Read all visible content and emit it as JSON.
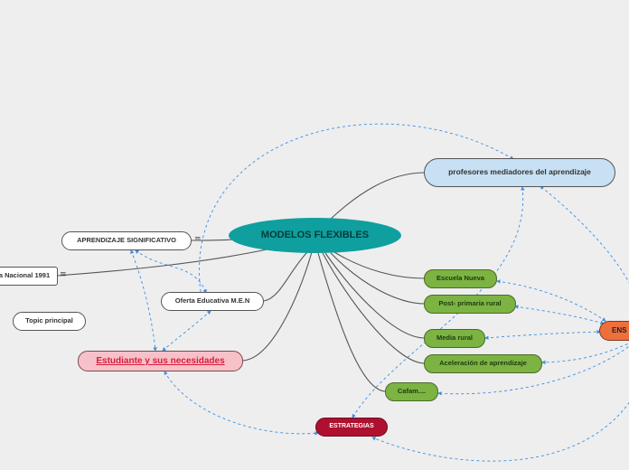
{
  "map": {
    "central": "MODELOS FLEXIBLES",
    "profesores": "profesores mediadores del aprendizaje",
    "aprendizaje": "APRENDIZAJE SIGNIFICATIVO",
    "constitucion": "a Nacional 1991",
    "oferta": "Oferta Educativa M.E.N",
    "topic": "Topic principal",
    "estudiante": "Estudiante y sus necesidades",
    "escuela": "Escuela Nueva",
    "postprimaria": "Post- primaria rural",
    "media": "Media rural",
    "aceleracion": "Aceleración de aprendizaje",
    "cafam": "Cafam....",
    "estrategias": "ESTRATEGIAS",
    "ens": "ENS",
    "menu_glyph": "≡"
  },
  "colors": {
    "background": "#eeeeee",
    "central": "#0f9f9f",
    "blue_topic": "#c7e0f3",
    "green_topic": "#7cb342",
    "pink_topic": "#f7c1c9",
    "red_topic": "#b01030",
    "orange_topic": "#ef6f3c",
    "relationship_line": "#3a8ee6",
    "branch_line": "#555555"
  }
}
